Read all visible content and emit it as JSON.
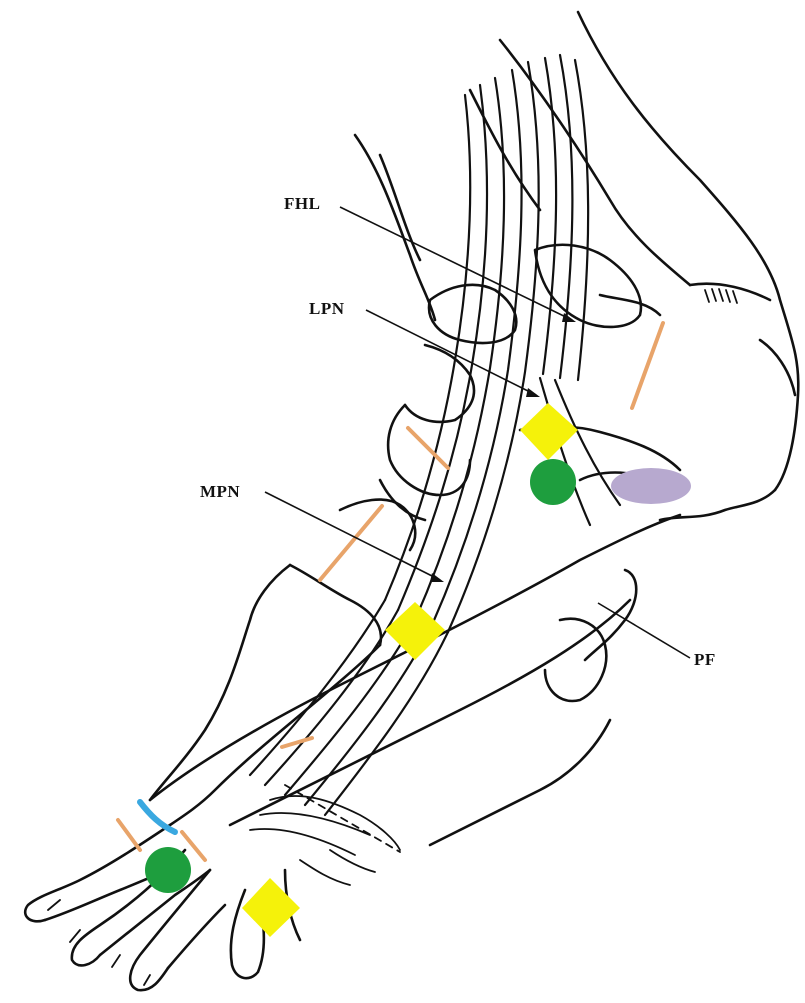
{
  "labels": {
    "fhl": "FHL",
    "lpn": "LPN",
    "mpn": "MPN",
    "pf": "PF"
  },
  "colors": {
    "ink": "#111111",
    "ligament": "#E8A46A",
    "yellow_marker": "#F5F20A",
    "green_marker": "#1E9E3E",
    "purple_marker": "#B7A9CF",
    "blue_band": "#3AA8E0"
  },
  "markers": [
    {
      "kind": "yellow-diamond"
    },
    {
      "kind": "yellow-diamond"
    },
    {
      "kind": "yellow-diamond"
    },
    {
      "kind": "green-circle"
    },
    {
      "kind": "green-circle"
    },
    {
      "kind": "purple-ellipse"
    }
  ]
}
